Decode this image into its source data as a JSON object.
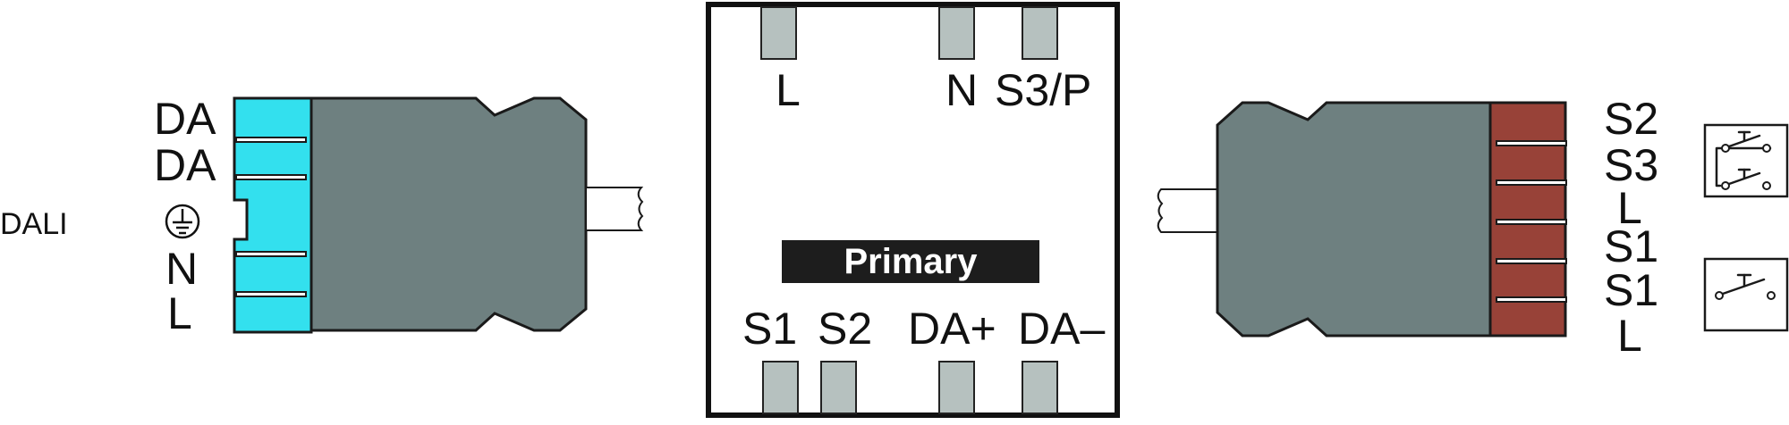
{
  "left_connector": {
    "group_label": "DALI",
    "pin_labels": [
      "DA",
      "DA",
      "N",
      "L"
    ],
    "earth_symbol": "protective-earth-icon",
    "color": "#33e0ee"
  },
  "primary_module": {
    "title": "Primary",
    "top_terminals": [
      "L",
      "N",
      "S3/P"
    ],
    "bottom_terminals": [
      "S1",
      "S2",
      "DA+",
      "DA–"
    ]
  },
  "right_connector": {
    "pin_labels": [
      "S2",
      "S3",
      "L",
      "S1",
      "S1",
      "L"
    ],
    "color": "#984238",
    "switch_icons": [
      "double-switch-icon",
      "single-switch-icon"
    ]
  },
  "colors": {
    "connector_body": "#6e8080",
    "terminal": "#b6c1bf",
    "label_bar": "#1d1d1d"
  }
}
